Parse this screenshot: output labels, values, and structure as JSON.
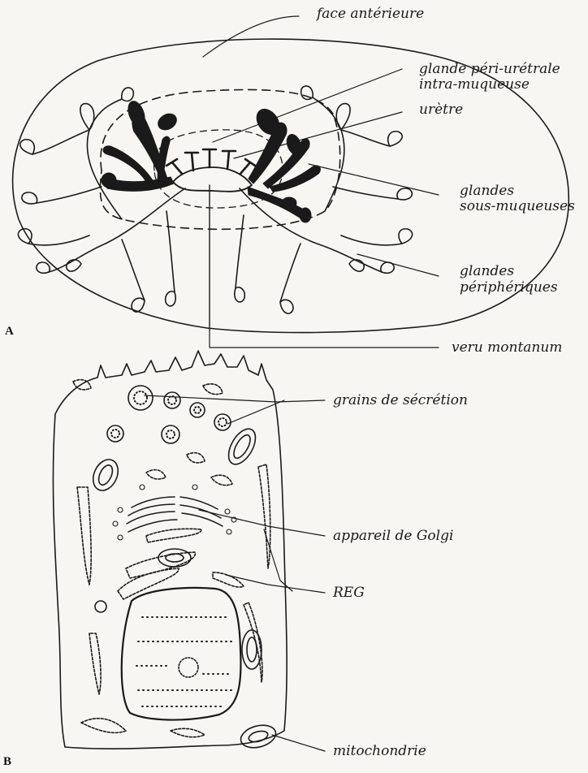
{
  "panel_a": {
    "letter": "A",
    "labels": {
      "anterior_face": "face antérieure",
      "periurethral_gland_l1": "glande péri-urétrale",
      "periurethral_gland_l2": "intra-muqueuse",
      "urethra": "urètre",
      "submucosal_l1": "glandes",
      "submucosal_l2": "sous-muqueuses",
      "peripheral_l1": "glandes",
      "peripheral_l2": "périphériques",
      "veru": "veru montanum"
    }
  },
  "panel_b": {
    "letter": "B",
    "labels": {
      "secretion": "grains de sécrétion",
      "golgi": "appareil de Golgi",
      "reg": "REG",
      "mito": "mitochondrie"
    }
  },
  "colors": {
    "ink": "#1a1a1a",
    "paper": "#f7f6f3"
  }
}
